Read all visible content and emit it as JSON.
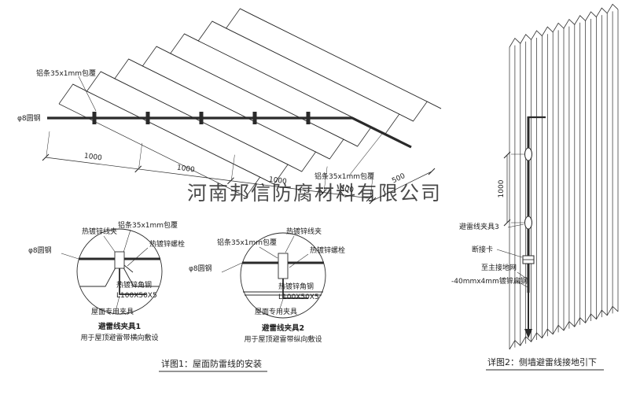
{
  "colors": {
    "line": "#2a2a2a",
    "red": "#bb2222",
    "watermark": "#a9a9a9"
  },
  "watermark": "河南邦信防腐材料有限公司",
  "roof_view": {
    "label_strip_top": "铝条35x1mm包覆",
    "label_rod": "φ8圆钢",
    "label_strip_right": "铝条35x1mm包覆",
    "dims_bottom": [
      "1000",
      "1000",
      "1000",
      "500"
    ],
    "dim_right": "500"
  },
  "detail1": {
    "label_clamp": "热镀锌线夹",
    "label_strip": "铝条35x1mm包覆",
    "label_bolt": "热镀锌螺栓",
    "label_rod": "φ8圆钢",
    "label_angle": "热镀锌角钢",
    "label_angle_spec": "L100X50X5",
    "label_fixture": "屋面专用夹具",
    "title": "避雷线夹具1",
    "subtitle": "用于屋顶避雷带横向敷设"
  },
  "detail2": {
    "label_strip": "铝条35x1mm包覆",
    "label_clamp": "热镀锌线夹",
    "label_bolt": "热镀锌螺栓",
    "label_rod": "φ8圆钢",
    "label_angle": "热镀锌角钢",
    "label_angle_spec": "L100X50X5",
    "label_fixture": "屋面专用夹具",
    "title": "避雷线夹具2",
    "subtitle": "用于屋顶避雷带纵向敷设"
  },
  "wall_view": {
    "dim": "1000",
    "label_clamp3": "避雷线夹具3",
    "label_disconnect": "断接卡",
    "label_to_grid": "至主接地网",
    "label_flat_steel": "-40mmx4mm镀锌扁钢"
  },
  "captions": {
    "detail1": "详图1：屋面防雷线的安装",
    "detail2": "详图2：侧墙避雷线接地引下"
  }
}
